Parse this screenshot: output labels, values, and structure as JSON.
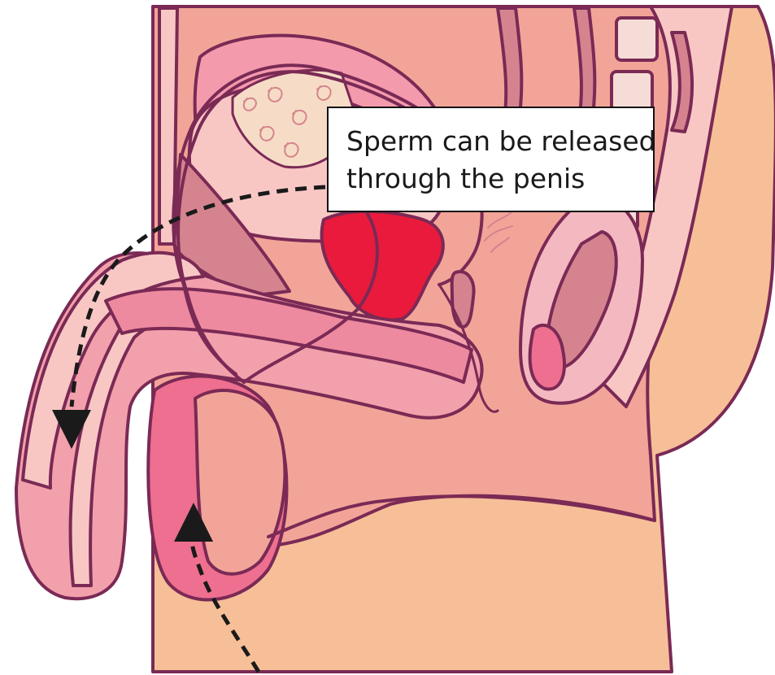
{
  "callout": {
    "line1": "Sperm can be released",
    "line2": "through the penis"
  },
  "colors": {
    "outline": "#7a2a55",
    "skin": "#f6bf98",
    "tissue": "#f2a498",
    "pink_light": "#f8c7c4",
    "pink": "#ee8aa0",
    "pink_deep": "#ee6f8f",
    "mauve": "#d5848f",
    "prostate": "#ea1a3c",
    "bladder_top": "#f49aad",
    "intestine": "#f6dcc6",
    "arrow": "#1a1a1a"
  },
  "arrows": [
    {
      "name": "release-arrow",
      "direction": "down"
    },
    {
      "name": "origin-arrow",
      "direction": "up"
    }
  ]
}
